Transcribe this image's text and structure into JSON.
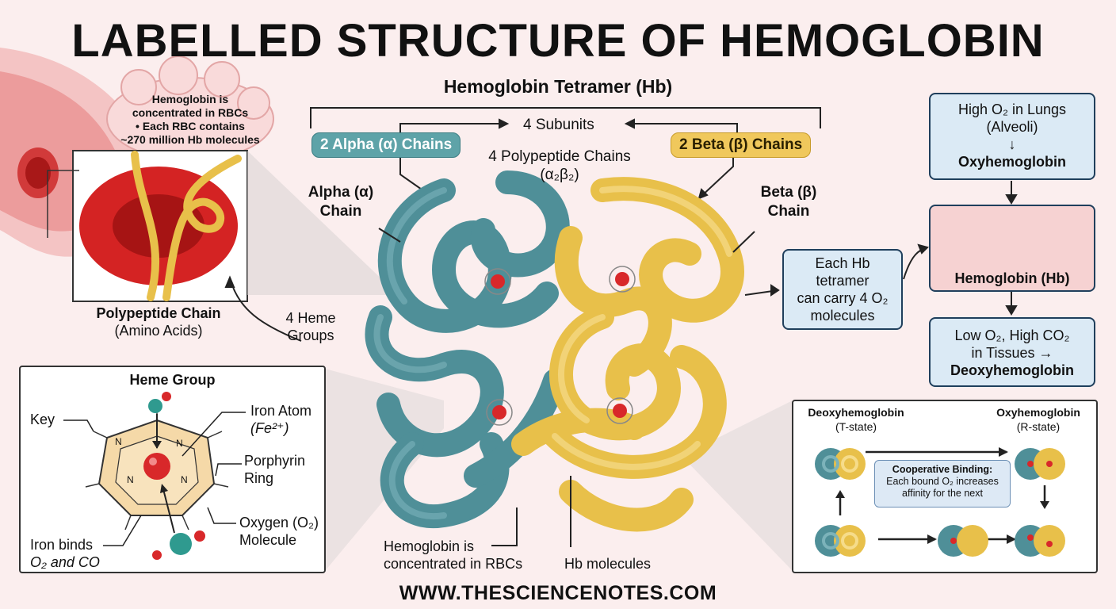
{
  "title": "LABELLED STRUCTURE OF HEMOGLOBIN",
  "tetramer_heading": "Hemoglobin Tetramer (Hb)",
  "subunits": "4 Subunits",
  "alpha_chains_pill": "2 Alpha (α) Chains",
  "beta_chains_pill": "2 Beta (β) Chains",
  "polypeptide_chains": "4 Polypeptide Chains",
  "polypeptide_formula": "(α₂β₂)",
  "alpha_chain_line1": "Alpha (α)",
  "alpha_chain_line2": "Chain",
  "beta_chain_line1": "Beta (β)",
  "beta_chain_line2": "Chain",
  "rbc_note": {
    "line1": "Hemoglobin is",
    "line2": "concentrated in RBCs",
    "line3": "• Each RBC contains",
    "line4": "~270 million Hb molecules"
  },
  "polypeptide_label": "Polypeptide Chain",
  "amino_acids_label": "(Amino Acids)",
  "heme_groups_line1": "4 Heme",
  "heme_groups_line2": "Groups",
  "heme_panel": {
    "title": "Heme Group",
    "key": "Key",
    "iron_atom": "Iron Atom",
    "iron_ion": "(Fe²⁺)",
    "porphyrin_line1": "Porphyrin",
    "porphyrin_line2": "Ring",
    "oxygen_line1": "Oxygen (O₂)",
    "oxygen_line2": "Molecule",
    "iron_binds_line1": "Iron binds",
    "iron_binds_line2": "O₂ and CO",
    "n_label": "N"
  },
  "bottom_label_line1": "Hemoglobin is",
  "bottom_label_line2": "concentrated in RBCs",
  "hb_molecules": "Hb molecules",
  "carry_box": {
    "line1": "Each Hb",
    "line2": "tetramer",
    "line3": "can carry 4 O₂",
    "line4": "molecules"
  },
  "flow": {
    "lungs_line1": "High O₂ in Lungs",
    "lungs_line2": "(Alveoli)",
    "arrow_down": "↓",
    "oxyhemoglobin": "Oxyhemoglobin",
    "hemoglobin_hb": "Hemoglobin (Hb)",
    "tissues_line1": "Low O₂, High CO₂",
    "tissues_line2": "in Tissues →",
    "deoxyhemoglobin": "Deoxyhemoglobin"
  },
  "coop_panel": {
    "deoxy_title": "Deoxyhemoglobin",
    "deoxy_state": "(T-state)",
    "oxy_title": "Oxyhemoglobin",
    "oxy_state": "(R-state)",
    "coop_title": "Cooperative Binding:",
    "coop_line1": "Each bound O₂ increases",
    "coop_line2": "affinity for the next"
  },
  "footer": "WWW.THESCIENCENOTES.COM",
  "colors": {
    "alpha": "#4f8f98",
    "beta": "#e8c04a",
    "heme": "#d8282a",
    "rbc": "#c81e1e",
    "box_border": "#1f3f5c"
  }
}
